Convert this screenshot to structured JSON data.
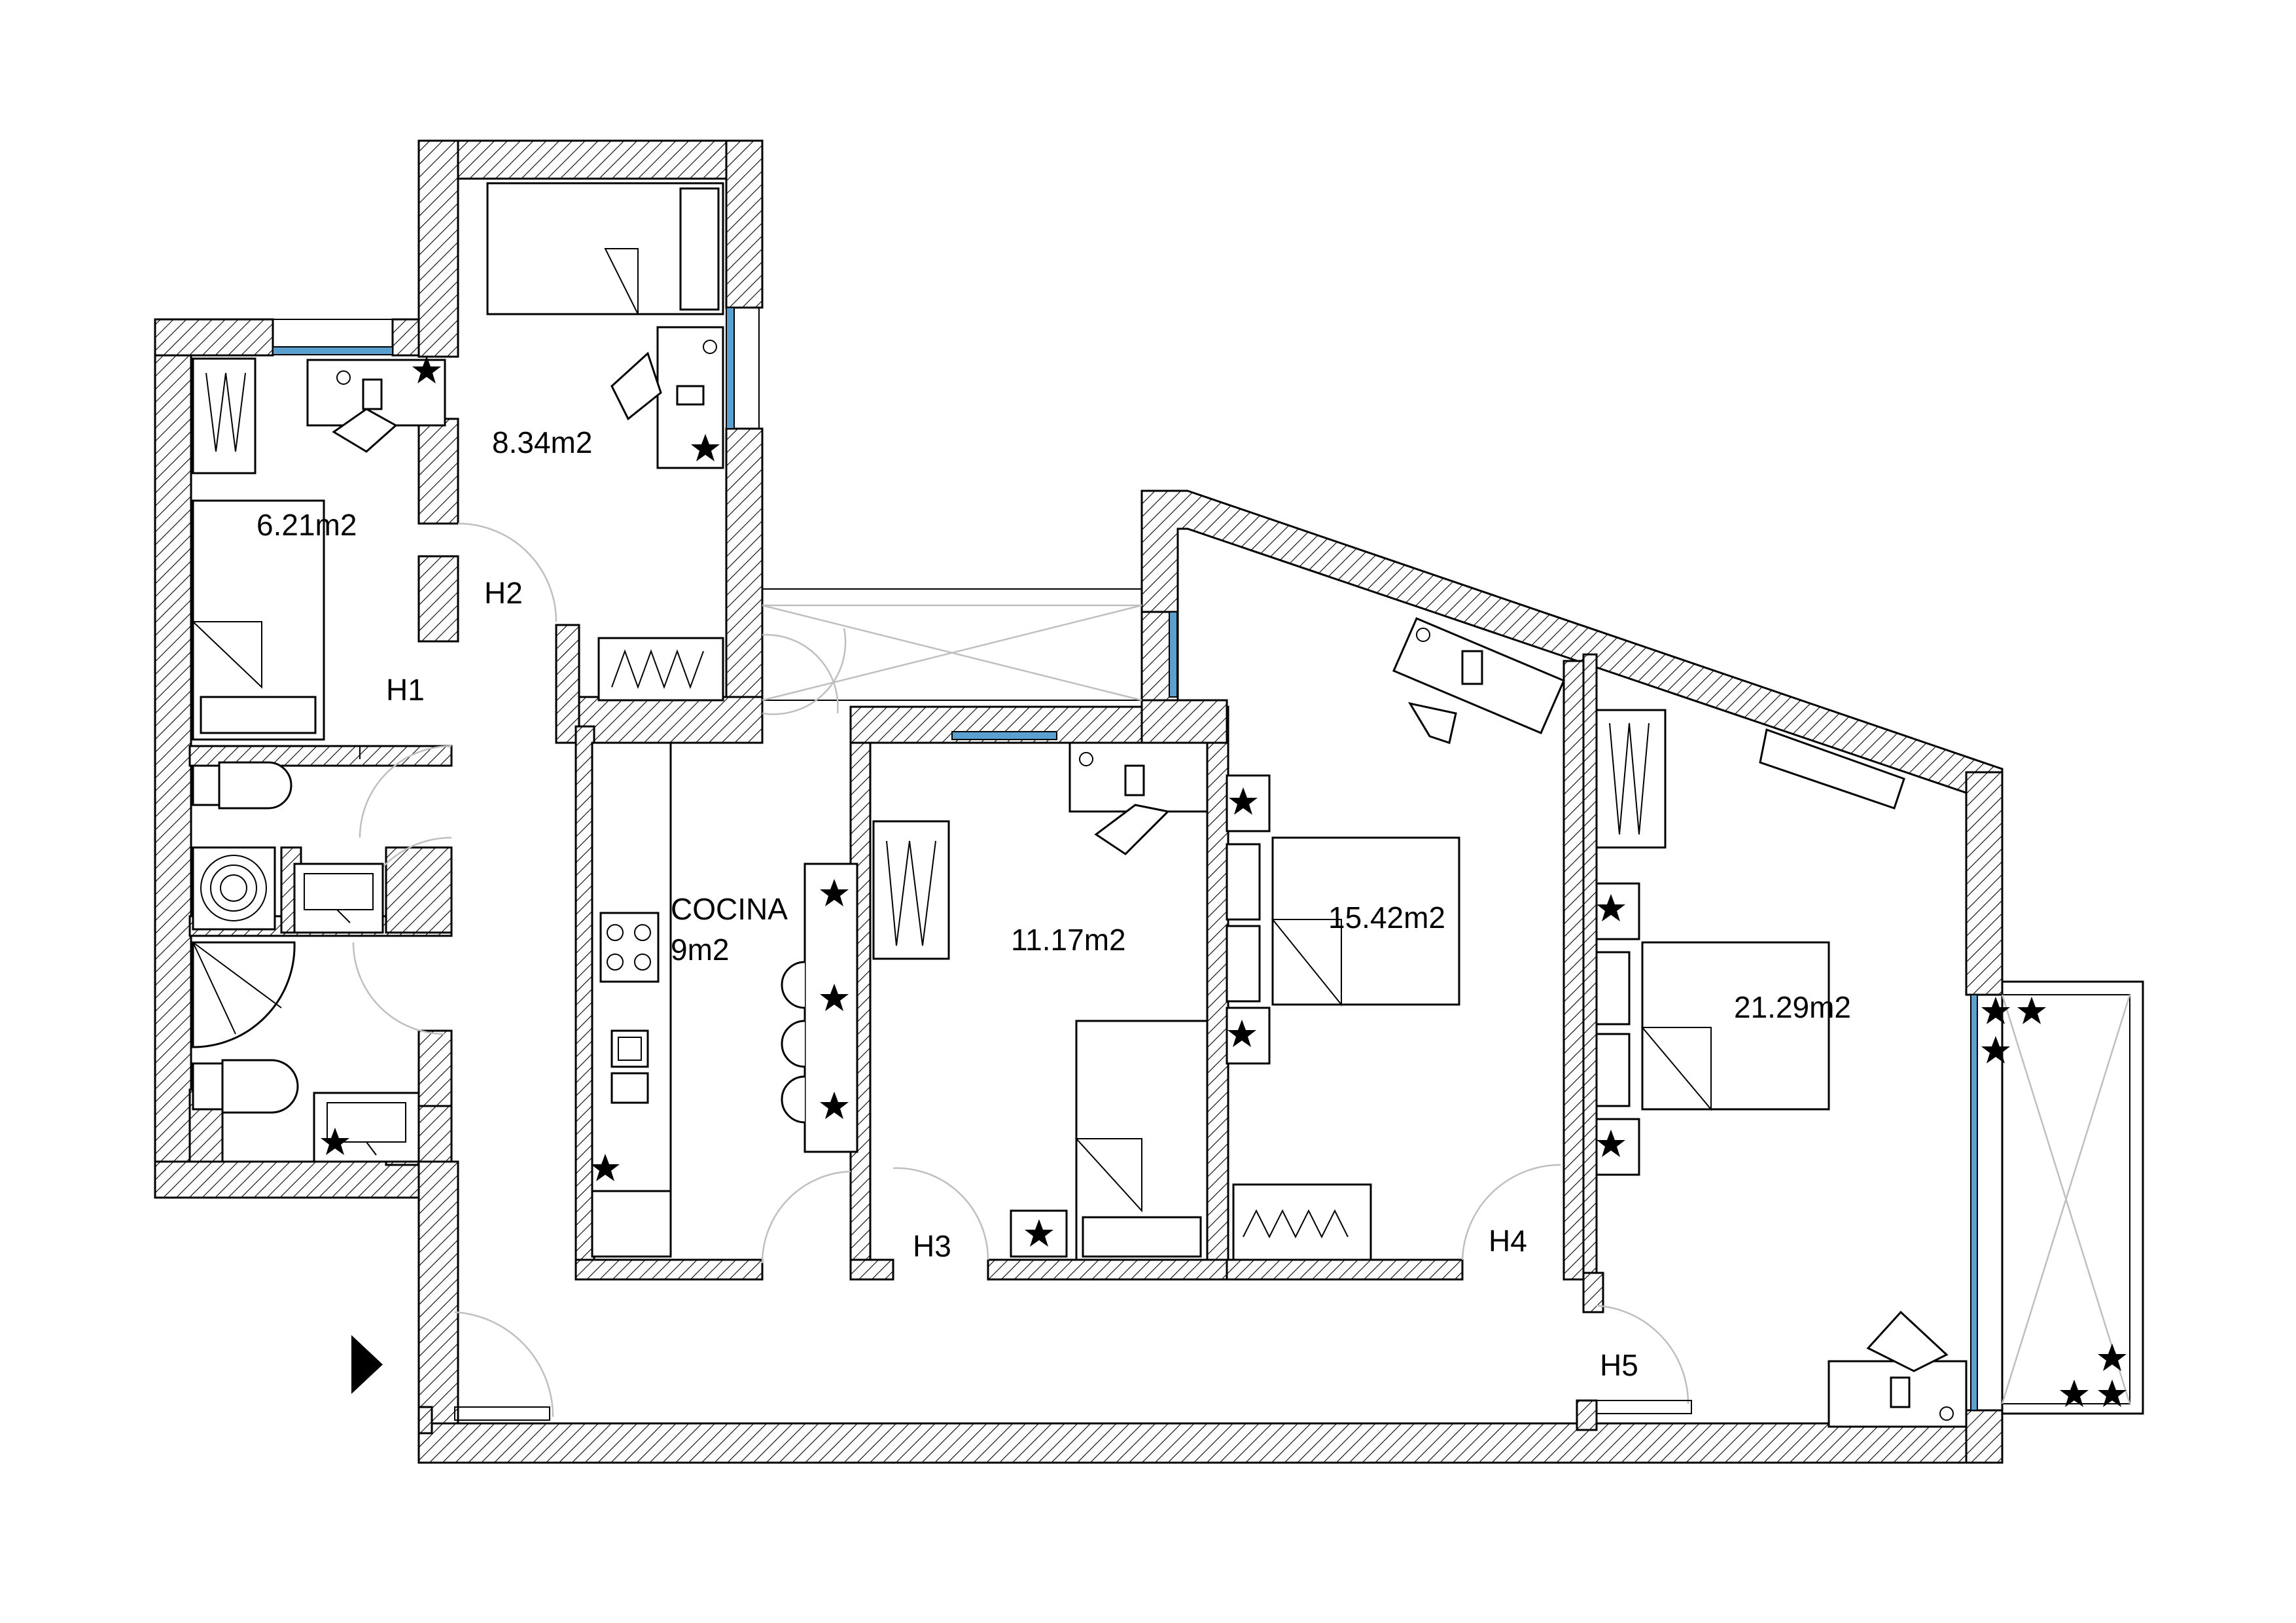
{
  "rooms": {
    "bedroom_a": "6.21m2",
    "bedroom_b": "8.34m2",
    "kitchen_title": "COCINA",
    "kitchen_area": "9m2",
    "bedroom_c": "11.17m2",
    "bedroom_d": "15.42m2",
    "bedroom_e": "21.29m2"
  },
  "doors": {
    "h1": "H1",
    "h2": "H2",
    "h3": "H3",
    "h4": "H4",
    "h5": "H5"
  },
  "colors": {
    "wall_hatch": "#000000",
    "window": "#5aa0d0",
    "plant": "#9fd98a",
    "door_swing": "#bfbfbf"
  },
  "icons": [
    "entrance-arrow-icon",
    "plant-icon",
    "bed-icon",
    "desk-icon",
    "wardrobe-icon",
    "toilet-icon",
    "sink-icon",
    "shower-icon",
    "stove-icon"
  ]
}
